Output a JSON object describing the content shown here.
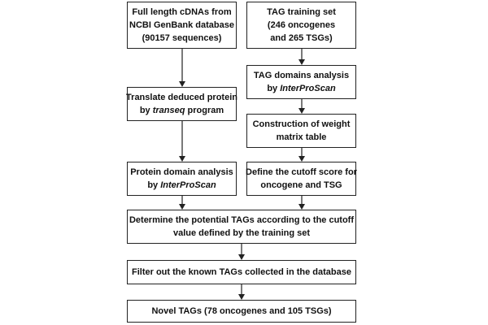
{
  "boxes": [
    {
      "id": "b1",
      "name": "cdna-source-box",
      "lines": [
        [
          {
            "t": "Full length cDNAs from"
          }
        ],
        [
          {
            "t": "NCBI GenBank database"
          }
        ],
        [
          {
            "t": "(90157 sequences)"
          }
        ]
      ]
    },
    {
      "id": "b2",
      "name": "training-set-box",
      "lines": [
        [
          {
            "t": "TAG training set"
          }
        ],
        [
          {
            "t": "(246 oncogenes"
          }
        ],
        [
          {
            "t": "and 265 TSGs)"
          }
        ]
      ]
    },
    {
      "id": "b3",
      "name": "tag-domain-analysis-box",
      "lines": [
        [
          {
            "t": "TAG domains analysis"
          }
        ],
        [
          {
            "t": "by "
          },
          {
            "t": "InterProScan",
            "i": true
          }
        ]
      ]
    },
    {
      "id": "b4",
      "name": "translate-protein-box",
      "lines": [
        [
          {
            "t": "Translate deduced protein"
          }
        ],
        [
          {
            "t": "by "
          },
          {
            "t": "transeq",
            "i": true
          },
          {
            "t": " program"
          }
        ]
      ]
    },
    {
      "id": "b5",
      "name": "weight-matrix-box",
      "lines": [
        [
          {
            "t": "Construction of weight"
          }
        ],
        [
          {
            "t": "matrix table"
          }
        ]
      ]
    },
    {
      "id": "b6",
      "name": "protein-domain-analysis-box",
      "lines": [
        [
          {
            "t": "Protein domain analysis"
          }
        ],
        [
          {
            "t": "by "
          },
          {
            "t": "InterProScan",
            "i": true
          }
        ]
      ]
    },
    {
      "id": "b7",
      "name": "cutoff-score-box",
      "lines": [
        [
          {
            "t": "Define the cutoff score for"
          }
        ],
        [
          {
            "t": "oncogene and TSG"
          }
        ]
      ]
    },
    {
      "id": "b8",
      "name": "determine-potential-tags-box",
      "lines": [
        [
          {
            "t": "Determine the potential TAGs according to the cutoff"
          }
        ],
        [
          {
            "t": "value defined by the training set"
          }
        ]
      ]
    },
    {
      "id": "b9",
      "name": "filter-known-tags-box",
      "lines": [
        [
          {
            "t": "Filter out the known TAGs collected in the database"
          }
        ]
      ]
    },
    {
      "id": "b10",
      "name": "novel-tags-box",
      "lines": [
        [
          {
            "t": "Novel TAGs (78 oncogenes and 105 TSGs)"
          }
        ]
      ]
    }
  ]
}
